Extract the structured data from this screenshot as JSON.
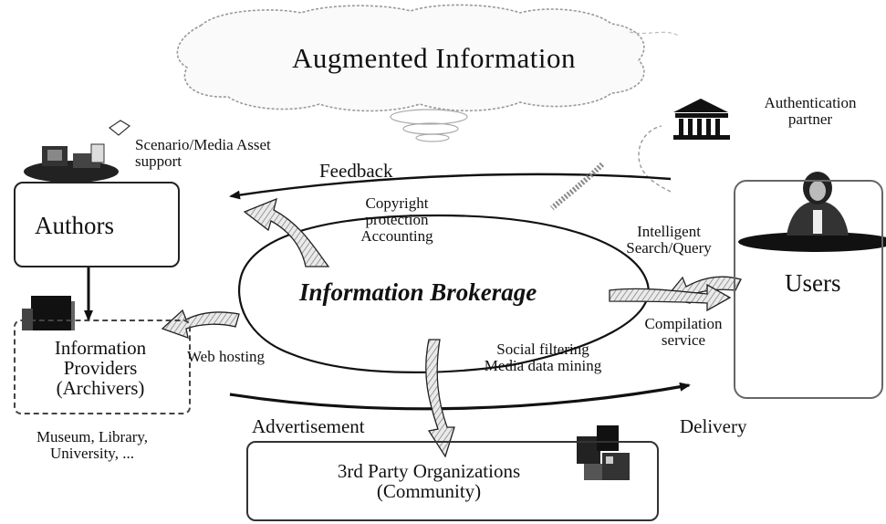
{
  "cloud": {
    "title": "Augmented Information"
  },
  "nodes": {
    "authors": "Authors",
    "providers": "Information\nProviders\n(Archivers)",
    "providers_examples": "Museum, Library,\nUniversity, ...",
    "users": "Users",
    "third_party": "3rd Party Organizations\n(Community)",
    "authentication": "Authentication\npartner"
  },
  "center": {
    "title": "Information Brokerage"
  },
  "flows": {
    "scenario_support": "Scenario/Media Asset\nsupport",
    "feedback": "Feedback",
    "copyright": "Copyright\nprotection\nAccounting",
    "intelligent_search": "Intelligent\nSearch/Query",
    "compilation": "Compilation\nservice",
    "web_hosting": "Web hosting",
    "social_filtering": "Social filtering\nMedia data mining",
    "advertisement": "Advertisement",
    "delivery": "Delivery"
  },
  "icons": {
    "cloud": "cloud-icon",
    "building": "building-icon",
    "computer": "computer-icon",
    "book": "book-icon",
    "user": "user-icon",
    "boxes": "boxes-icon"
  }
}
